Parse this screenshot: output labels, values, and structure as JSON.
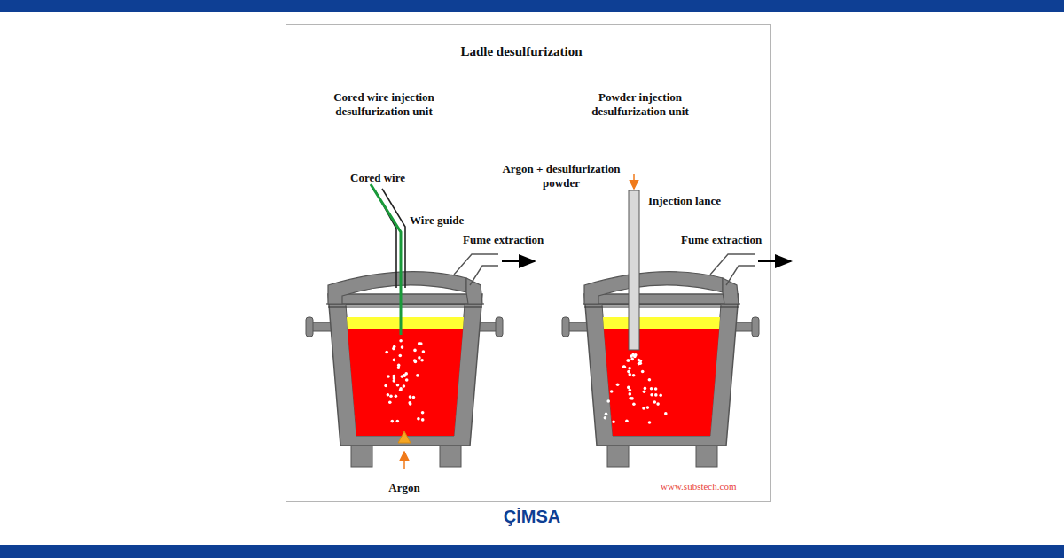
{
  "diagram": {
    "title": "Ladle desulfurization",
    "labels": [
      "Cored wire injection desulfurization unit",
      "Powder injection desulfurization unit",
      "Cored wire",
      "Wire guide",
      "Fume extraction",
      "Argon + desulfurization powder",
      "Injection lance",
      "Fume extraction",
      "Argon",
      "www.substech.com",
      "ÇİMSA"
    ]
  }
}
